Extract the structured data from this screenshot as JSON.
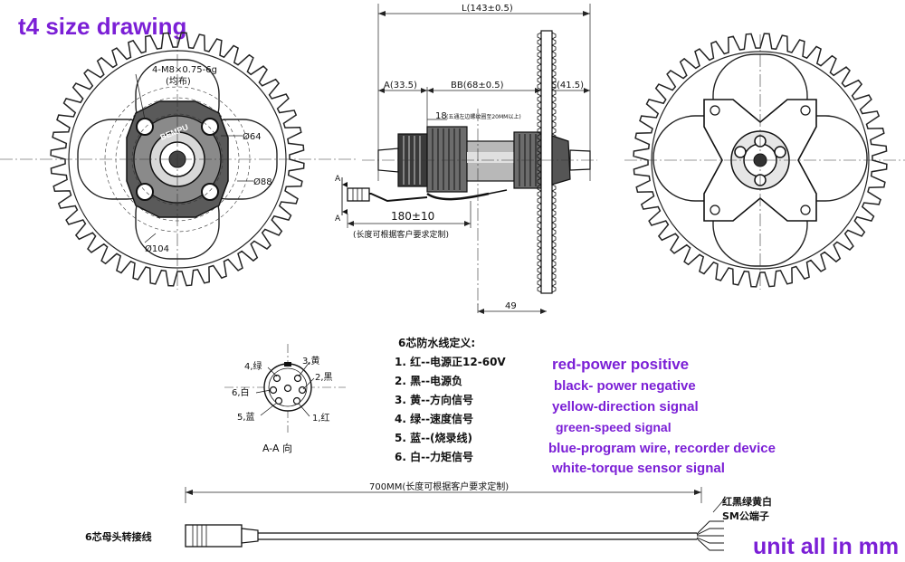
{
  "title": "t4 size drawing",
  "unit_note": "unit all in mm",
  "left_view": {
    "bolt_note": "4-M8×0.75-6g",
    "bolt_note_sub": "(均布)",
    "dia_64": "Ø64",
    "dia_88": "Ø88",
    "dia_104": "Ø104",
    "logo": "BEMPU"
  },
  "side_view": {
    "overall": "L(143±0.5)",
    "dim_a": "A(33.5)",
    "dim_bb": "BB(68±0.5)",
    "dim_c": "C(41.5)",
    "dim_18": "18",
    "note_18": "(五通左边螺纹圈至20MM以上)",
    "cable_len": "180±10",
    "cable_note": "(长度可根据客户要求定制)",
    "dim_49": "49",
    "section_mark": "A"
  },
  "connector": {
    "view_label": "A-A 向",
    "pins": [
      "1,红",
      "2,黑",
      "3,黄",
      "4,绿",
      "5,蓝",
      "6,白"
    ]
  },
  "wire_table": {
    "heading": "6芯防水线定义:",
    "lines_cn": [
      "1. 红--电源正12-60V",
      "2. 黑--电源负",
      "3. 黄--方向信号",
      "4. 绿--速度信号",
      "5. 蓝--(烧录线)",
      "6. 白--力矩信号"
    ],
    "lines_en": [
      "red-power positive",
      "black- power negative",
      "yellow-direction signal",
      "green-speed signal",
      "blue-program wire, recorder device",
      "white-torque sensor signal"
    ]
  },
  "cable": {
    "length_note": "700MM(长度可根据客户要求定制)",
    "left_label": "6芯母头转接线",
    "right_label_1": "红黑绿黄白",
    "right_label_2": "SM公端子"
  }
}
